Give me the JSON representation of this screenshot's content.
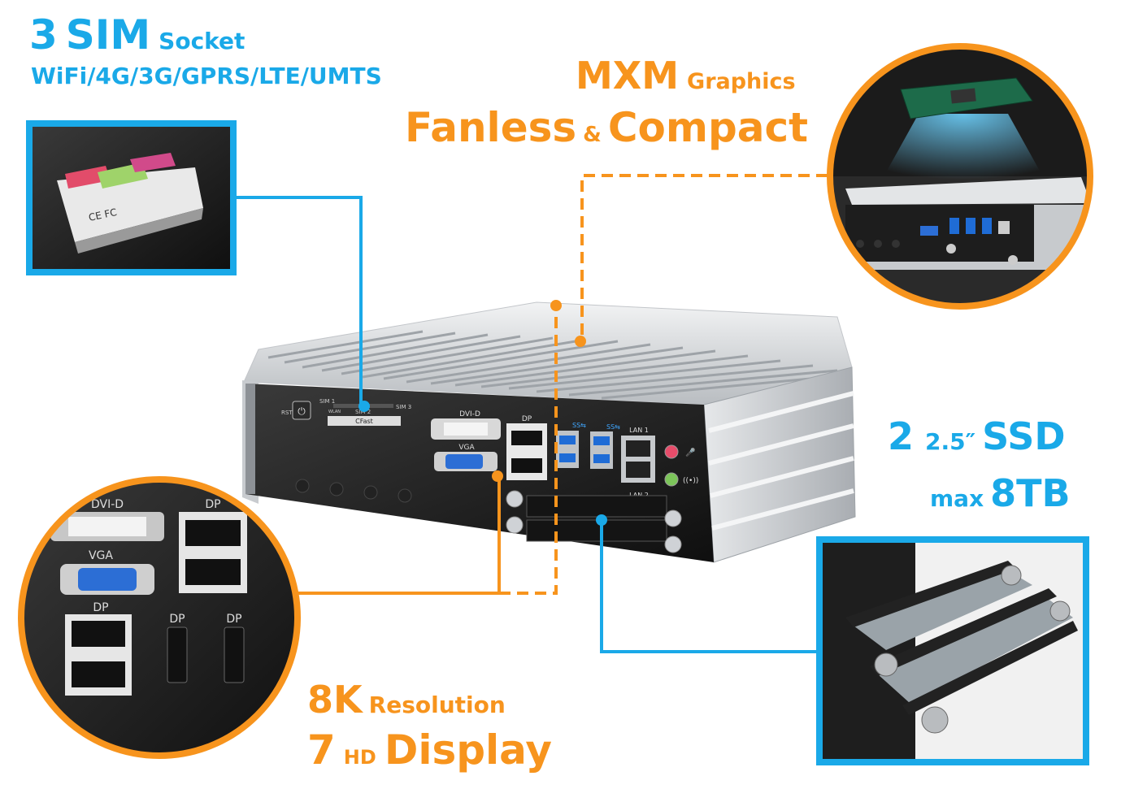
{
  "colors": {
    "blue": "#1aa9e8",
    "orange": "#f7941d",
    "panel": "#1c1c1c",
    "chassis": "#d9dcdf"
  },
  "sim": {
    "count": "3",
    "sim_word": "SIM",
    "socket": "Socket",
    "networks": "WiFi/4G/3G/GPRS/LTE/UMTS"
  },
  "mxm": {
    "big": "MXM",
    "small": "Graphics"
  },
  "fanless": {
    "word1": "Fanless",
    "amp": "&",
    "word2": "Compact"
  },
  "ssd": {
    "count": "2",
    "size": "2.5″",
    "ssd": "SSD",
    "max": "max",
    "capacity": "8TB"
  },
  "resolution": {
    "big": "8K",
    "small": "Resolution"
  },
  "display": {
    "count": "7",
    "hd": "HD",
    "word": "Display"
  },
  "front_panel": {
    "sim1": "SIM 1",
    "sim2": "SIM 2",
    "sim3": "SIM 3",
    "cfast": "CFast",
    "rst": "RST",
    "wlan": "WLAN",
    "dvid": "DVI-D",
    "vga": "VGA",
    "dp": "DP",
    "lan1": "LAN 1",
    "lan2": "LAN 2"
  },
  "zoom_ports": {
    "dvid": "DVI-D",
    "vga": "VGA",
    "dp1": "DP",
    "dp2": "DP",
    "dp3": "DP",
    "dp4": "DP"
  },
  "sim_card": {
    "ce_mark": "CE FC"
  },
  "icons": [
    "power-icon",
    "usb3-icon",
    "mic-icon",
    "audio-out-icon",
    "screw-icon"
  ]
}
